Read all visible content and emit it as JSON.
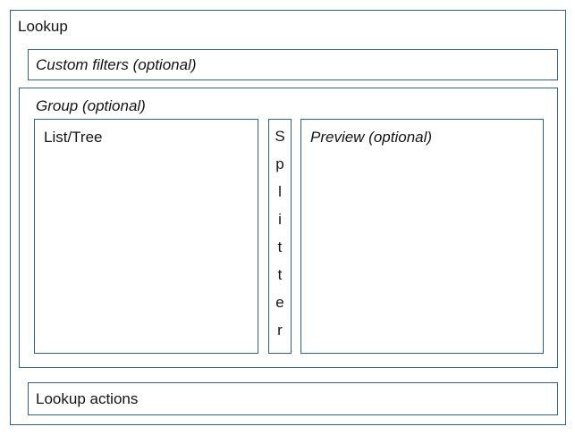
{
  "diagram": {
    "type": "ui-wireframe",
    "background_color": "#ffffff",
    "border_color": "#2e5f8a",
    "text_color": "#151515"
  },
  "window": {
    "title": "Lookup"
  },
  "custom_filters": {
    "label": "Custom filters (optional)"
  },
  "group": {
    "label": "Group (optional)"
  },
  "list_tree": {
    "label": "List/Tree"
  },
  "splitter": {
    "label": "Splitter",
    "characters": [
      "S",
      "p",
      "l",
      "i",
      "t",
      "t",
      "e",
      "r"
    ]
  },
  "preview": {
    "label": "Preview (optional)"
  },
  "lookup_actions": {
    "label": "Lookup actions"
  }
}
